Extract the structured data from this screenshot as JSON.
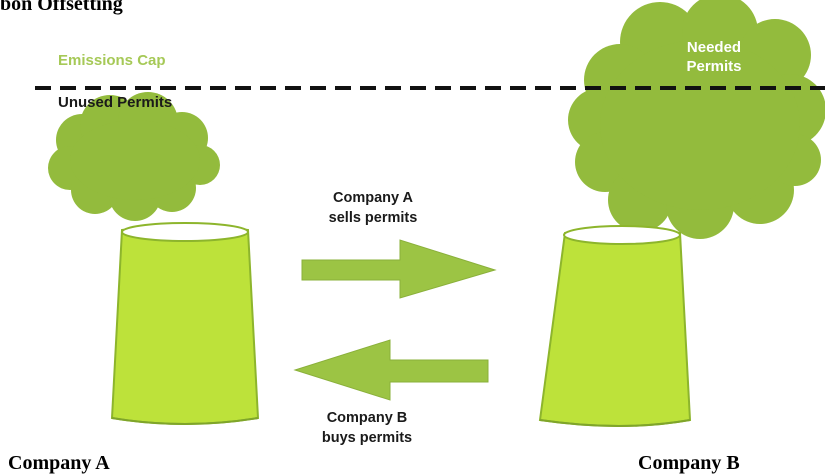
{
  "title": "bon Offsetting",
  "labels": {
    "emissions_cap": "Emissions Cap",
    "unused_permits": "Unused Permits",
    "needed_permits_line1": "Needed",
    "needed_permits_line2": "Permits",
    "sells_line1": "Company A",
    "sells_line2": "sells permits",
    "buys_line1": "Company B",
    "buys_line2": "buys permits",
    "company_a": "Company A",
    "company_b": "Company B"
  },
  "colors": {
    "smoke": "#93bb3d",
    "tower_fill": "#bde23a",
    "tower_edge": "#8db52c",
    "arrow": "#9cc444",
    "cap_label": "#a6c957",
    "cap_line": "#111111"
  }
}
